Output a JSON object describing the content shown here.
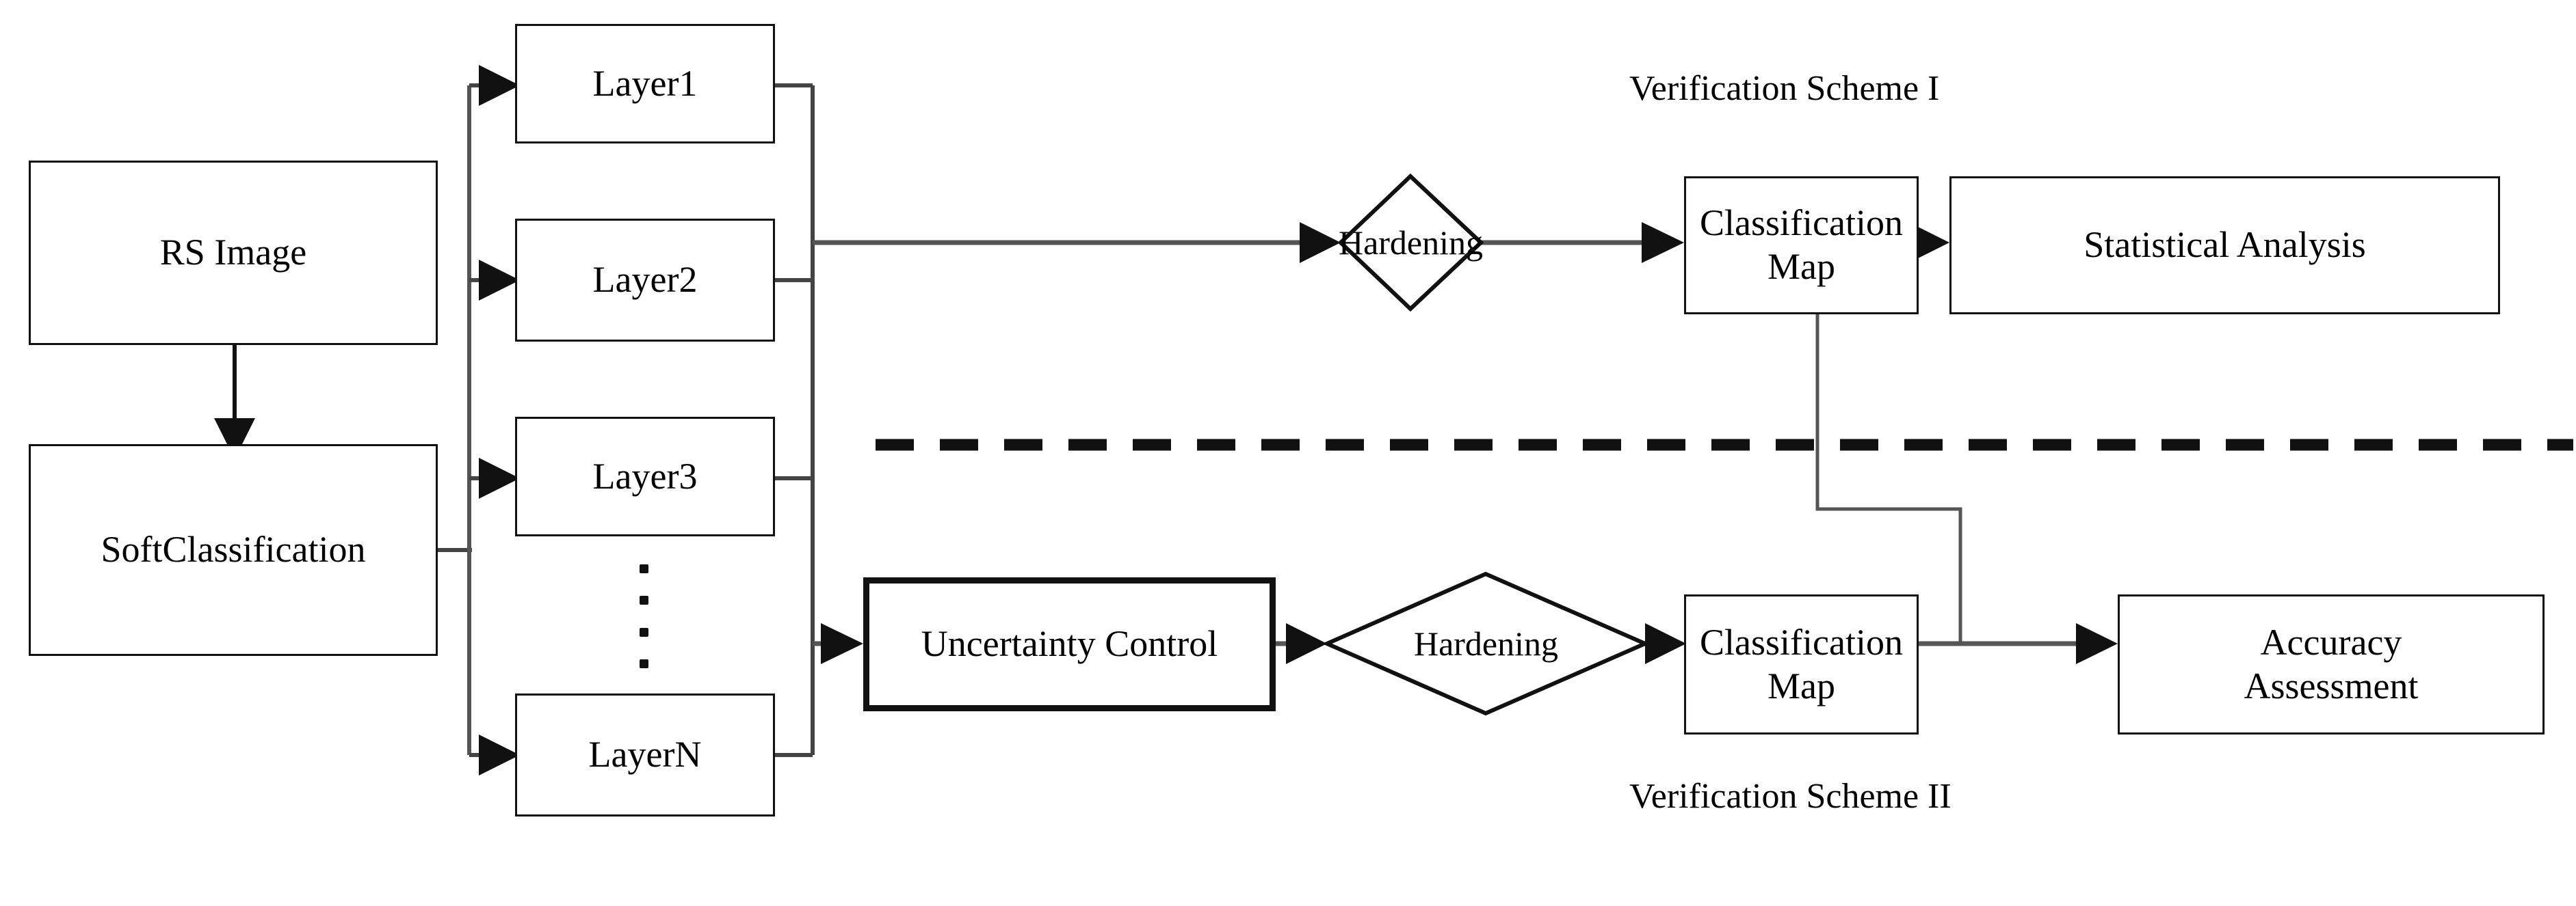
{
  "diagram": {
    "title_top": "Verification Scheme I",
    "title_bottom": "Verification Scheme II"
  },
  "nodes": {
    "rs_image": "RS Image",
    "soft_classification": "SoftClassification",
    "layer1": "Layer1",
    "layer2": "Layer2",
    "layer3": "Layer3",
    "layerN": "LayerN",
    "uncertainty_control": "Uncertainty Control",
    "hardening_top": "Hardening",
    "hardening_bottom": "Hardening",
    "classification_map_top": "Classification Map",
    "classification_map_bottom": "Classification Map",
    "statistical_analysis": "Statistical Analysis",
    "accuracy_assessment": "Accuracy\nAssessment",
    "accuracy_assessment_line1": "Accuracy",
    "accuracy_assessment_line2": "Assessment"
  },
  "ellipsis": {
    "label": "vertical-ellipsis",
    "count": 4
  },
  "colors": {
    "stroke": "#111111",
    "background": "#ffffff",
    "connector": "#444444"
  },
  "separator": {
    "style": "dashed",
    "label": "scheme-divider"
  }
}
